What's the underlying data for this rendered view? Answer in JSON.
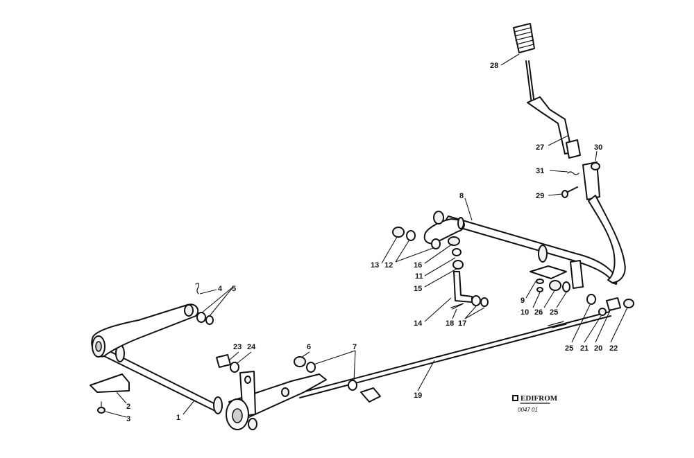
{
  "callouts": {
    "c1": "1",
    "c2": "2",
    "c3": "3",
    "c4": "4",
    "c5": "5",
    "c6": "6",
    "c7": "7",
    "c8": "8",
    "c9": "9",
    "c10": "10",
    "c11": "11",
    "c12": "12",
    "c13": "13",
    "c14": "14",
    "c15": "15",
    "c16": "16",
    "c17": "17",
    "c18": "18",
    "c19": "19",
    "c20": "20",
    "c21": "21",
    "c22": "22",
    "c23": "23",
    "c24": "24",
    "c25a": "25",
    "c25b": "25",
    "c26": "26",
    "c27": "27",
    "c28": "28",
    "c29": "29",
    "c30": "30",
    "c31": "31"
  },
  "logo": {
    "brand": "EDIFROM",
    "code": "0047 01"
  }
}
